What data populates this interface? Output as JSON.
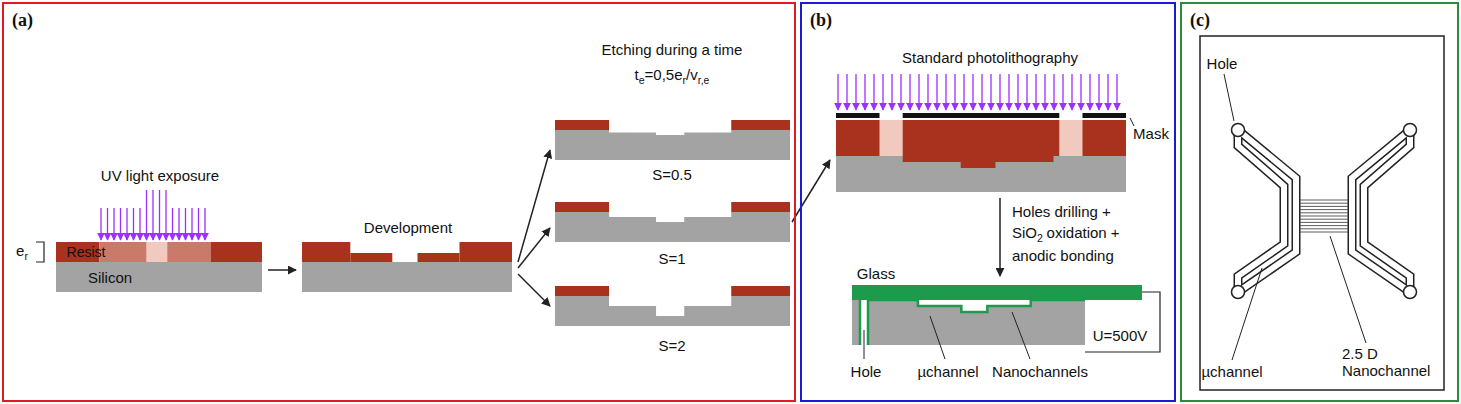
{
  "diagram": {
    "nodes": [
      {
        "text": [
          "(a)"
        ]
      },
      {
        "text": [
          "(b)"
        ]
      },
      {
        "text": [
          "(c)"
        ]
      }
    ],
    "labels": [
      "e",
      "r",
      "Resist",
      "Silicon",
      "UV light exposure",
      "Development",
      "Etching during a time",
      "t",
      "e",
      "=0,5e",
      "r",
      "/v",
      "r,e",
      "S=0.5",
      "S=1",
      "S=2",
      "Standard photolithography",
      "Mask",
      "Holes drilling +",
      "SiO",
      "2",
      "oxidation +",
      "anodic bonding",
      "Glass",
      "U=500V",
      "Hole",
      "µchannel",
      "Nanochannels",
      "Hole",
      "µchannel",
      "2.5 D Nanochannel"
    ]
  }
}
